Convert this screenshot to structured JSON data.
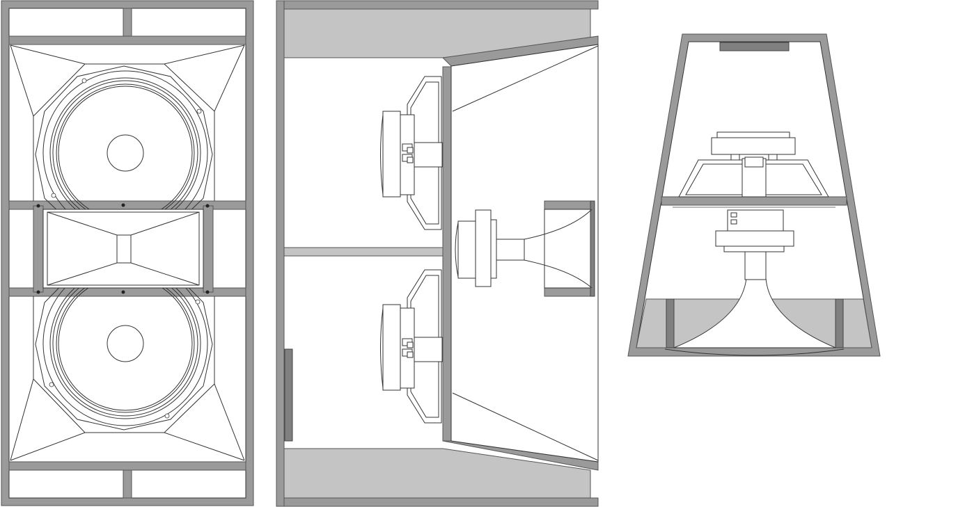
{
  "image": {
    "background": "#ffffff",
    "colors": {
      "frame": "#9a9a9a",
      "panel": "#c4c4c4",
      "dark": "#808080",
      "line": "#333333"
    }
  },
  "views": [
    {
      "id": "front",
      "contents": [
        "woofer",
        "woofer",
        "horn"
      ]
    },
    {
      "id": "side",
      "contents": [
        "woofer",
        "woofer",
        "compression-driver",
        "horn"
      ]
    },
    {
      "id": "top",
      "contents": [
        "woofer",
        "compression-driver",
        "horn"
      ]
    }
  ]
}
